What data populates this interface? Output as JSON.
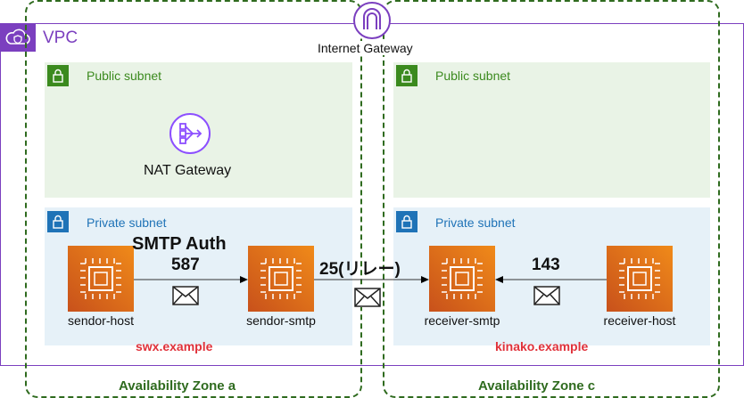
{
  "vpc": {
    "label": "VPC"
  },
  "internet_gateway": {
    "label": "Internet Gateway"
  },
  "zones": [
    {
      "label": "Availability Zone a",
      "public_subnet": "Public subnet",
      "private_subnet": "Private subnet",
      "domain": "swx.example"
    },
    {
      "label": "Availability Zone c",
      "public_subnet": "Public subnet",
      "private_subnet": "Private subnet",
      "domain": "kinako.example"
    }
  ],
  "nat_gateway": {
    "label": "NAT Gateway"
  },
  "hosts": [
    {
      "label": "sendor-host"
    },
    {
      "label": "sendor-smtp"
    },
    {
      "label": "receiver-smtp"
    },
    {
      "label": "receiver-host"
    }
  ],
  "connections": [
    {
      "title": "SMTP Auth",
      "port": "587"
    },
    {
      "port": "25(リレー)"
    },
    {
      "port": "143"
    }
  ],
  "colors": {
    "az_border": "#2f6b1f",
    "vpc_border": "#7b3fbf",
    "public_subnet_bg": "#e9f3e6",
    "private_subnet_bg": "#e6f1f8",
    "ec2_from": "#c8511b",
    "ec2_to": "#f08a19",
    "domain_text": "#e0313a"
  }
}
